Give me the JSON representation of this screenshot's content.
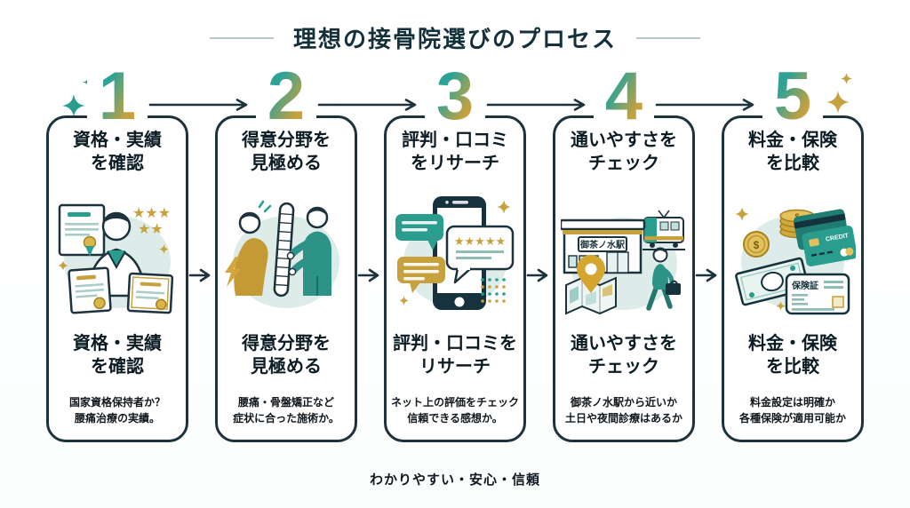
{
  "title": "理想の接骨院選びのプロセス",
  "footer": "わかりやすい・安心・信頼",
  "accent_colors": {
    "navy": "#1c323c",
    "teal": "#2a9d8f",
    "gold": "#c7a13d",
    "blob": "#ddece8"
  },
  "steps": [
    {
      "number": "1",
      "title_line1": "資格・実績",
      "title_line2": "を確認",
      "subtitle_line1": "資格・実績",
      "subtitle_line2": "を確認",
      "desc_line1": "国家資格保持者か？",
      "desc_line2": "腰痛治療の実績。",
      "illustration": "doctor-with-certificates-and-stars"
    },
    {
      "number": "2",
      "title_line1": "得意分野を",
      "title_line2": "見極める",
      "subtitle_line1": "得意分野を",
      "subtitle_line2": "見極める",
      "desc_line1": "腰痛・骨盤矯正など",
      "desc_line2": "症状に合った施術か。",
      "illustration": "back-pain-patient-and-spine-treatment"
    },
    {
      "number": "3",
      "title_line1": "評判・口コミ",
      "title_line2": "をリサーチ",
      "subtitle_line1": "評判・口コミを",
      "subtitle_line2": "リサーチ",
      "desc_line1": "ネット上の評価をチェック",
      "desc_line2": "信頼できる感想か。",
      "illustration": "smartphone-with-review-bubbles"
    },
    {
      "number": "4",
      "title_line1": "通いやすさを",
      "title_line2": "チェック",
      "subtitle_line1": "通いやすさを",
      "subtitle_line2": "チェック",
      "desc_line1": "御茶ノ水駅から近いか",
      "desc_line2": "土日や夜間診療はあるか",
      "illustration": "station-train-map-and-commuter"
    },
    {
      "number": "5",
      "title_line1": "料金・保険",
      "title_line2": "を比較",
      "subtitle_line1": "料金・保険",
      "subtitle_line2": "を比較",
      "desc_line1": "料金設定は明確か",
      "desc_line2": "各種保険が適用可能か",
      "illustration": "money-credit-card-and-insurance"
    }
  ],
  "illustration_labels": {
    "station_sign": "御茶ノ水駅",
    "credit_label": "CREDIT",
    "insurance_label": "保険証",
    "dollar": "$",
    "stars_five": "★★★★★",
    "stars_three": "★★★",
    "stars_two": "★★"
  }
}
